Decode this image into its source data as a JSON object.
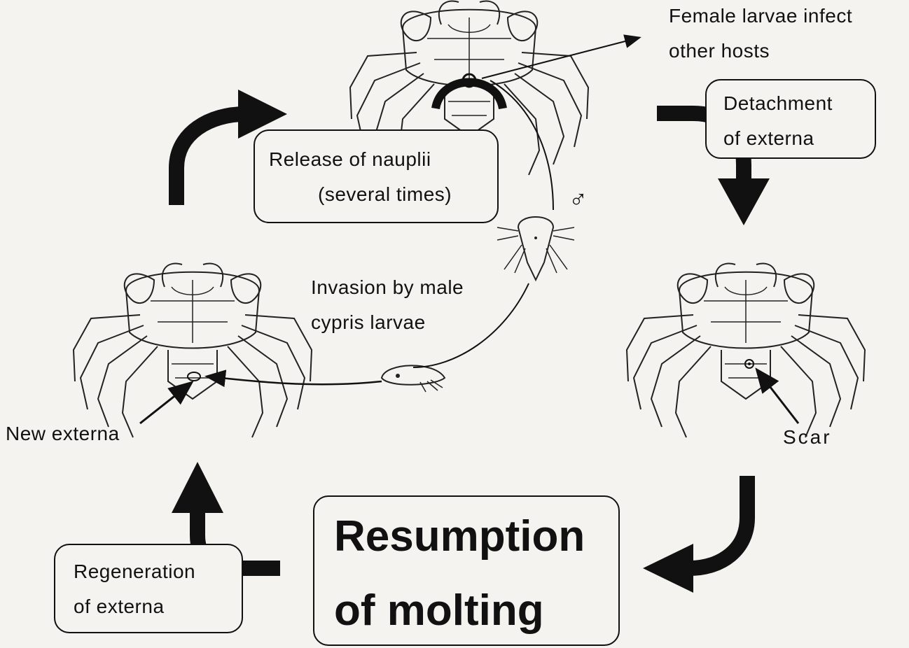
{
  "labels": {
    "female_larvae": [
      "Female larvae infect",
      "other hosts"
    ],
    "detachment": [
      "Detachment",
      "of externa"
    ],
    "release": [
      "Release of nauplii",
      "(several times)"
    ],
    "male_symbol": "♂",
    "invasion": [
      "Invasion by male",
      "cypris larvae"
    ],
    "new_externa": "New externa",
    "scar": "Scar",
    "regeneration": [
      "Regeneration",
      "of externa"
    ],
    "resumption": [
      "Resumption",
      "of molting"
    ]
  },
  "icons": [
    "crab-with-externa-icon",
    "crab-with-scar-icon",
    "crab-with-new-externa-icon",
    "nauplius-larva-icon",
    "cypris-larva-icon"
  ],
  "colors": {
    "ink": "#111111",
    "background": "#f4f3f0"
  }
}
